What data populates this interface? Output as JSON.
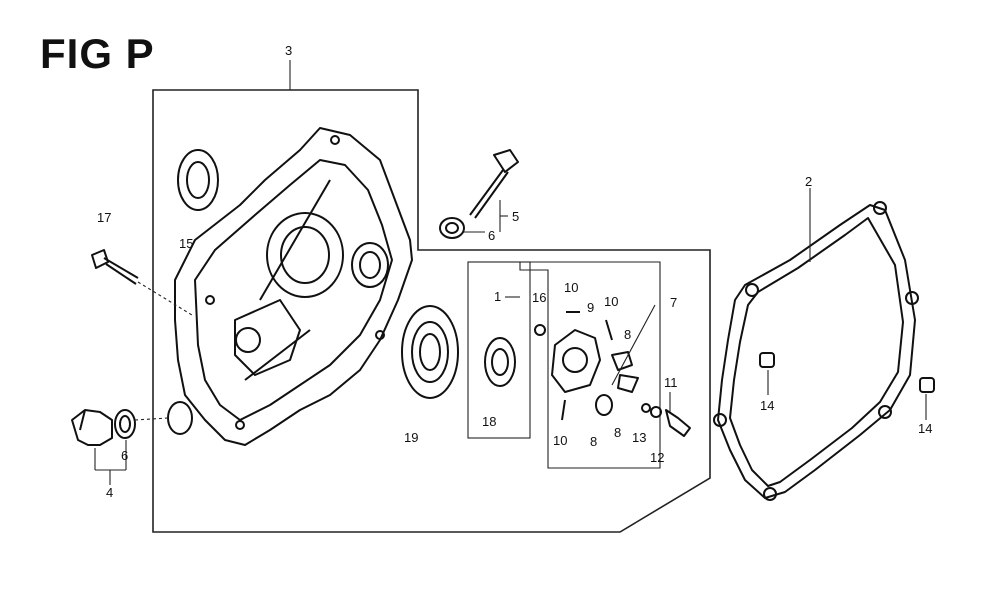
{
  "figure": {
    "title": "FIG P"
  },
  "callouts": [
    {
      "id": "c3",
      "text": "3"
    },
    {
      "id": "c2",
      "text": "2"
    },
    {
      "id": "c15",
      "text": "15"
    },
    {
      "id": "c17",
      "text": "17"
    },
    {
      "id": "c5",
      "text": "5"
    },
    {
      "id": "c6a",
      "text": "6"
    },
    {
      "id": "c1",
      "text": "1"
    },
    {
      "id": "c16",
      "text": "16"
    },
    {
      "id": "c10a",
      "text": "10"
    },
    {
      "id": "c9",
      "text": "9"
    },
    {
      "id": "c10b",
      "text": "10"
    },
    {
      "id": "c7",
      "text": "7"
    },
    {
      "id": "c8a",
      "text": "8"
    },
    {
      "id": "c11",
      "text": "11"
    },
    {
      "id": "c14a",
      "text": "14"
    },
    {
      "id": "c14b",
      "text": "14"
    },
    {
      "id": "c18",
      "text": "18"
    },
    {
      "id": "c19",
      "text": "19"
    },
    {
      "id": "c10c",
      "text": "10"
    },
    {
      "id": "c8b",
      "text": "8"
    },
    {
      "id": "c8c",
      "text": "8"
    },
    {
      "id": "c13",
      "text": "13"
    },
    {
      "id": "c12",
      "text": "12"
    },
    {
      "id": "c6b",
      "text": "6"
    },
    {
      "id": "c4",
      "text": "4"
    }
  ]
}
